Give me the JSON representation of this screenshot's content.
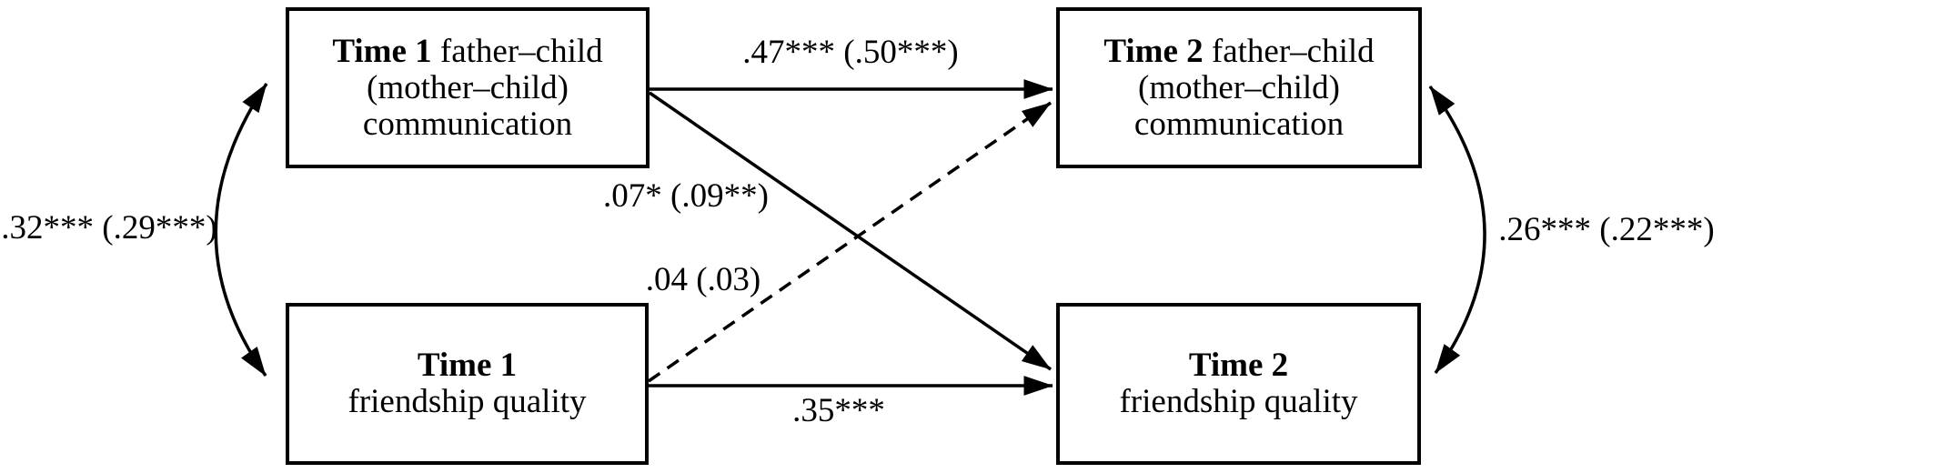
{
  "figure": {
    "type": "path-diagram",
    "colors": {
      "ink": "#000000",
      "background": "#ffffff"
    }
  },
  "boxes": {
    "t1_communication": {
      "time": "Time 1",
      "title_rest": " father–child",
      "line2": "(mother–child)",
      "line3": "communication"
    },
    "t2_communication": {
      "time": "Time 2",
      "title_rest": " father–child",
      "line2": "(mother–child)",
      "line3": "communication"
    },
    "t1_friendship": {
      "time": "Time 1",
      "title": "friendship quality"
    },
    "t2_friendship": {
      "time": "Time 2",
      "title": "friendship quality"
    }
  },
  "paths": {
    "stability_communication": {
      "from": "Time 1 communication",
      "to": "Time 2 communication",
      "label": ".47*** (.50***)",
      "line": "solid"
    },
    "cross_comm_to_friendship": {
      "from": "Time 1 communication",
      "to": "Time 2 friendship quality",
      "label": ".07* (.09**)",
      "line": "solid"
    },
    "cross_friendship_to_comm": {
      "from": "Time 1 friendship quality",
      "to": "Time 2 communication",
      "label": ".04 (.03)",
      "line": "dashed"
    },
    "stability_friendship": {
      "from": "Time 1 friendship quality",
      "to": "Time 2 friendship quality",
      "label": ".35***",
      "line": "solid"
    },
    "covariance_time1": {
      "between": "Time 1 variables",
      "label": ".32*** (.29***)",
      "line": "solid",
      "double_headed": true
    },
    "covariance_time2": {
      "between": "Time 2 variables",
      "label": ".26*** (.22***)",
      "line": "solid",
      "double_headed": true
    }
  }
}
